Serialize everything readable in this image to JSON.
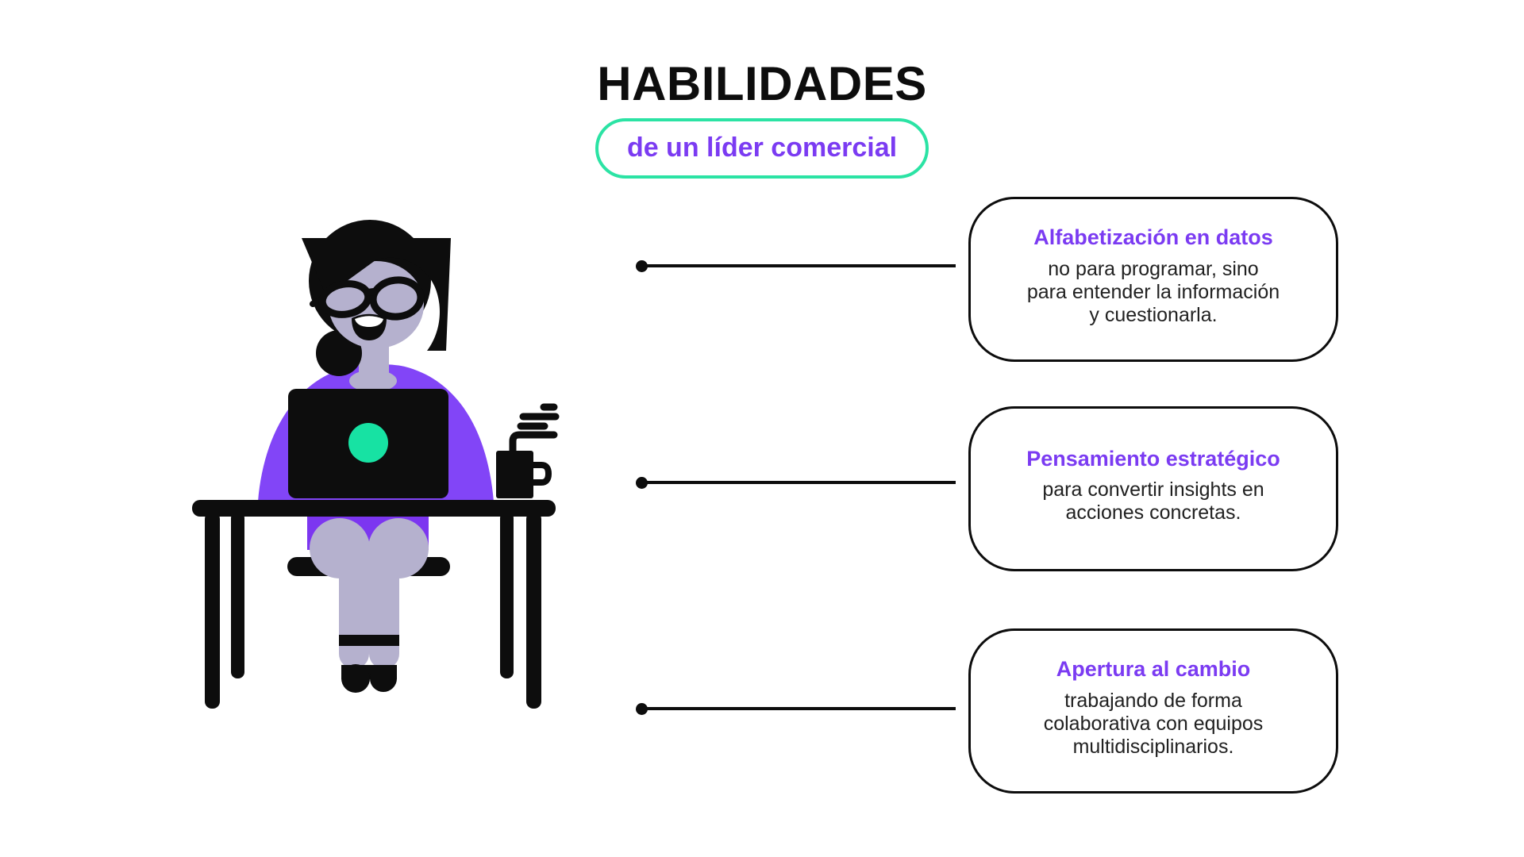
{
  "header": {
    "title": "HABILIDADES",
    "subtitle": "de un líder comercial"
  },
  "cards": [
    {
      "heading": "Alfabetización en datos",
      "body": "no para programar, sino\npara entender la información\ny cuestionarla."
    },
    {
      "heading": "Pensamiento estratégico",
      "body": "para convertir insights en\nacciones concretas."
    },
    {
      "heading": "Apertura al cambio",
      "body": "trabajando de forma\ncolaborativa con equipos\nmultidisciplinarios."
    }
  ],
  "illustration": {
    "description": "woman with glasses working on a laptop at a desk with a steaming coffee mug"
  },
  "colors": {
    "accent_purple": "#7b3bf2",
    "mint_green": "#2be3a4",
    "laptop_dot_green": "#17e2a3",
    "ink_black": "#0d0d0d",
    "skin_lavender": "#b5b1ce",
    "shirt_purple": "#8245f7",
    "skirt_purple": "#7c36f0",
    "body_text": "#212121"
  }
}
